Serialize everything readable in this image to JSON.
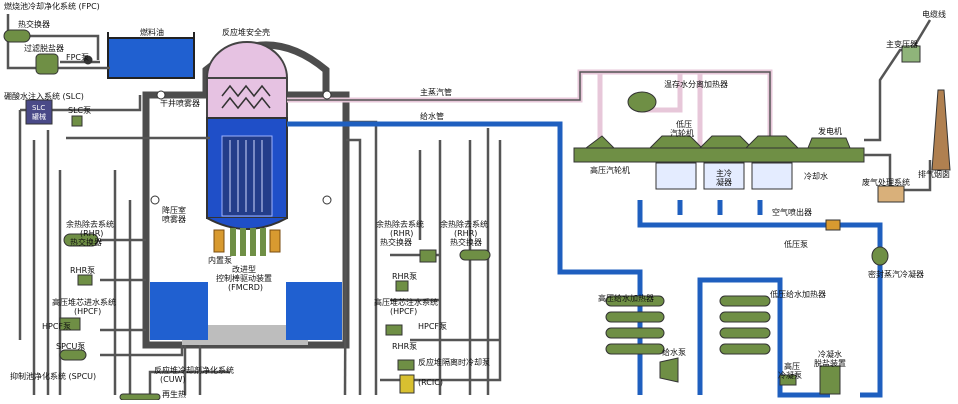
{
  "labels": {
    "fpc_system": "燃烧池冷却净化系统 (FPC)",
    "fpc_hx": "热交换器",
    "filter_demin": "过滤脱盐器",
    "fpc_pump": "FPC泵",
    "slc_system": "硼酸水注入系统 (SLC)",
    "slc_tank_1": "SLC",
    "slc_tank_2": "罐械",
    "slc_pump": "SLC泵",
    "fuel_pool": "燃料油",
    "containment": "反应堆安全壳",
    "drywell_spray": "干井喷雾器",
    "main_steam": "主蒸汽管",
    "feedwater": "给水管",
    "moisture_sep": "温存水分离加热器",
    "lp_turbine_1": "低压",
    "lp_turbine_2": "汽轮机",
    "generator": "发电机",
    "hp_turbine": "高压汽轮机",
    "main_condenser_1": "主冷",
    "main_condenser_2": "凝器",
    "cooling_water": "冷却水",
    "main_transformer": "主变压器",
    "cable": "电缆线",
    "stack": "排气烟囱",
    "offgas": "废气处理系统",
    "air_ejector": "空气喷出器",
    "lp_condensate_pump": "低压泵",
    "gland_condenser": "密封蒸汽冷凝器",
    "wetwell_spray_1": "降压室",
    "wetwell_spray_2": "喷雾器",
    "rhr_left_1": "余热除去系统",
    "rhr_left_2": "(RHR)",
    "rhr_left_3": "热交换器",
    "rhr_pump_left": "RHR泵",
    "hpcf_left_1": "高压堆芯进水系统",
    "hpcf_left_2": "(HPCF)",
    "hpcf_pump_left": "HPCF泵",
    "spcu_pump": "SPCU泵",
    "spcu_system": "抑制池净化系统 (SPCU)",
    "internal_pump": "内置泵",
    "fmcrd_1": "改进型",
    "fmcrd_2": "控制棒驱动装置",
    "fmcrd_3": "(FMCRD)",
    "cuw_1": "反应堆冷却剂净化系统",
    "cuw_2": "(CUW)",
    "regen_hx": "再生热",
    "rhr_mid_1": "余热除去系统",
    "rhr_mid_2": "(RHR)",
    "rhr_mid_3": "热交换器",
    "rhr_right_1": "余热除去系统",
    "rhr_right_2": "(RHR)",
    "rhr_right_3": "热交换器",
    "rhr_pump_mid": "RHR泵",
    "hpcf_right_1": "高压堆芯注水系统",
    "hpcf_right_2": "(HPCF)",
    "hpcf_pump_right": "HPCF泵",
    "rhr_pump_low": "RHR泵",
    "rcic_1": "反应堆隔离时冷却泵",
    "rcic_2": "(RCIC)",
    "hp_fw_heater": "高压给水加热器",
    "fw_pump": "给水泵",
    "lp_fw_heater": "低压给水加热器",
    "hp_cond_pump_1": "高压",
    "hp_cond_pump_2": "冷凝泵",
    "cond_demin_1": "冷凝水",
    "cond_demin_2": "脱盐装置"
  },
  "colors": {
    "structure": "#4d4d4d",
    "feedwater_pipe": "#1f5fbf",
    "steam_pipe": "#e7c7d9",
    "pool_water": "#2060d0",
    "equipment_green": "#6f8f45",
    "reactor_dome": "#e6c2e2",
    "slc_tank": "#4a4a88",
    "rod_drive": "#d89a30",
    "transformer_green": "#8fb47a",
    "offgas_box": "#d9b07a"
  }
}
